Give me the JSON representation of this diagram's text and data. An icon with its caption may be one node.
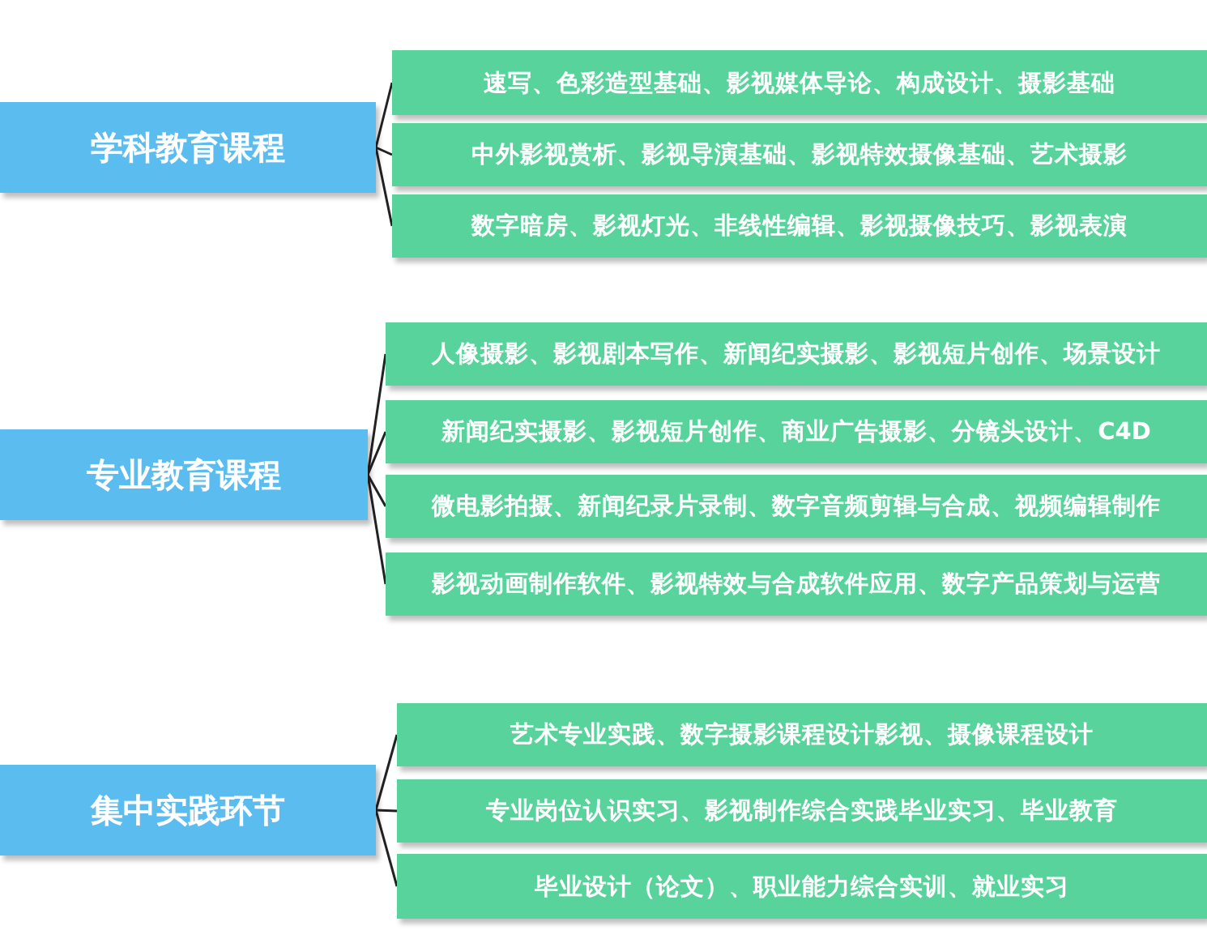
{
  "diagram": {
    "nodes": [
      {
        "text": [
          "学科教育课程"
        ]
      },
      {
        "text": [
          "速写、色彩造型基础、影视媒体导论、构成设计、摄影基础"
        ]
      },
      {
        "text": [
          "中外影视赏析、影视导演基础、影视特效摄像基础、艺术摄影"
        ]
      },
      {
        "text": [
          "数字暗房、影视灯光、非线性编辑、影视摄像技巧、影视表演"
        ]
      },
      {
        "text": [
          "专业教育课程"
        ]
      },
      {
        "text": [
          "人像摄影、影视剧本写作、新闻纪实摄影、影视短片创作、场景设计"
        ]
      },
      {
        "text": [
          "新闻纪实摄影、影视短片创作、商业广告摄影、分镜头设计、C4D"
        ]
      },
      {
        "text": [
          "微电影拍摄、新闻纪录片录制、数字音频剪辑与合成、视频编辑制作"
        ]
      },
      {
        "text": [
          "影视动画制作软件、影视特效与合成软件应用、数字产品策划与运营"
        ]
      },
      {
        "text": [
          "集中实践环节"
        ]
      },
      {
        "text": [
          "艺术专业实践、数字摄影课程设计影视、摄像课程设计"
        ]
      },
      {
        "text": [
          "专业岗位认识实习、影视制作综合实践毕业实习、毕业教育"
        ]
      },
      {
        "text": [
          "毕业设计（论文）、职业能力综合实训、就业实习"
        ]
      }
    ],
    "edges": [
      {
        "from": 0,
        "to": 1,
        "arrow": "none"
      },
      {
        "from": 0,
        "to": 2,
        "arrow": "none"
      },
      {
        "from": 0,
        "to": 3,
        "arrow": "none"
      },
      {
        "from": 4,
        "to": 5,
        "arrow": "none"
      },
      {
        "from": 4,
        "to": 6,
        "arrow": "none"
      },
      {
        "from": 4,
        "to": 7,
        "arrow": "none"
      },
      {
        "from": 4,
        "to": 8,
        "arrow": "none"
      },
      {
        "from": 9,
        "to": 10,
        "arrow": "none"
      },
      {
        "from": 9,
        "to": 11,
        "arrow": "none"
      },
      {
        "from": 9,
        "to": 12,
        "arrow": "none"
      }
    ]
  }
}
